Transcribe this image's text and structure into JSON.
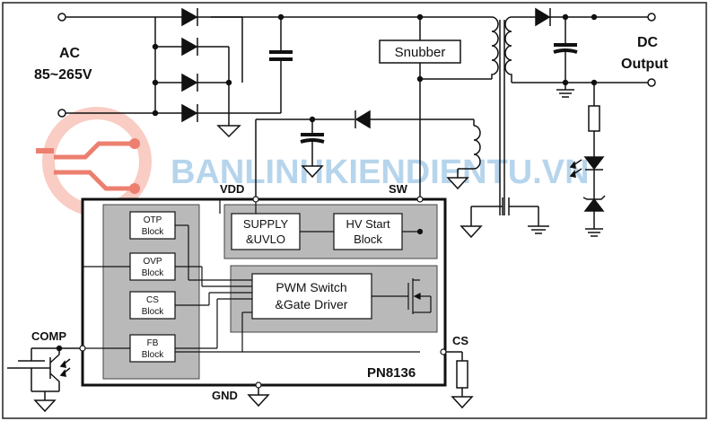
{
  "labels": {
    "ac": "AC",
    "ac_range": "85~265V",
    "dc": "DC",
    "dc_output": "Output",
    "snubber": "Snubber",
    "vdd": "VDD",
    "sw": "SW",
    "comp": "COMP",
    "cs": "CS",
    "gnd": "GND",
    "chip": "PN8136"
  },
  "blocks": {
    "otp": [
      "OTP",
      "Block"
    ],
    "ovp": [
      "OVP",
      "Block"
    ],
    "cs": [
      "CS",
      "Block"
    ],
    "fb": [
      "FB",
      "Block"
    ],
    "supply": [
      "SUPPLY",
      "&UVLO"
    ],
    "hv": [
      "HV Start",
      "Block"
    ],
    "pwm": [
      "PWM Switch",
      "&Gate Driver"
    ]
  },
  "watermark": "BANLINHKIENDIENTU.VN",
  "colors": {
    "panel": "#b9b9b9",
    "line": "#111111",
    "watermark": "#9ec7e6",
    "logo": "#e8604c"
  }
}
